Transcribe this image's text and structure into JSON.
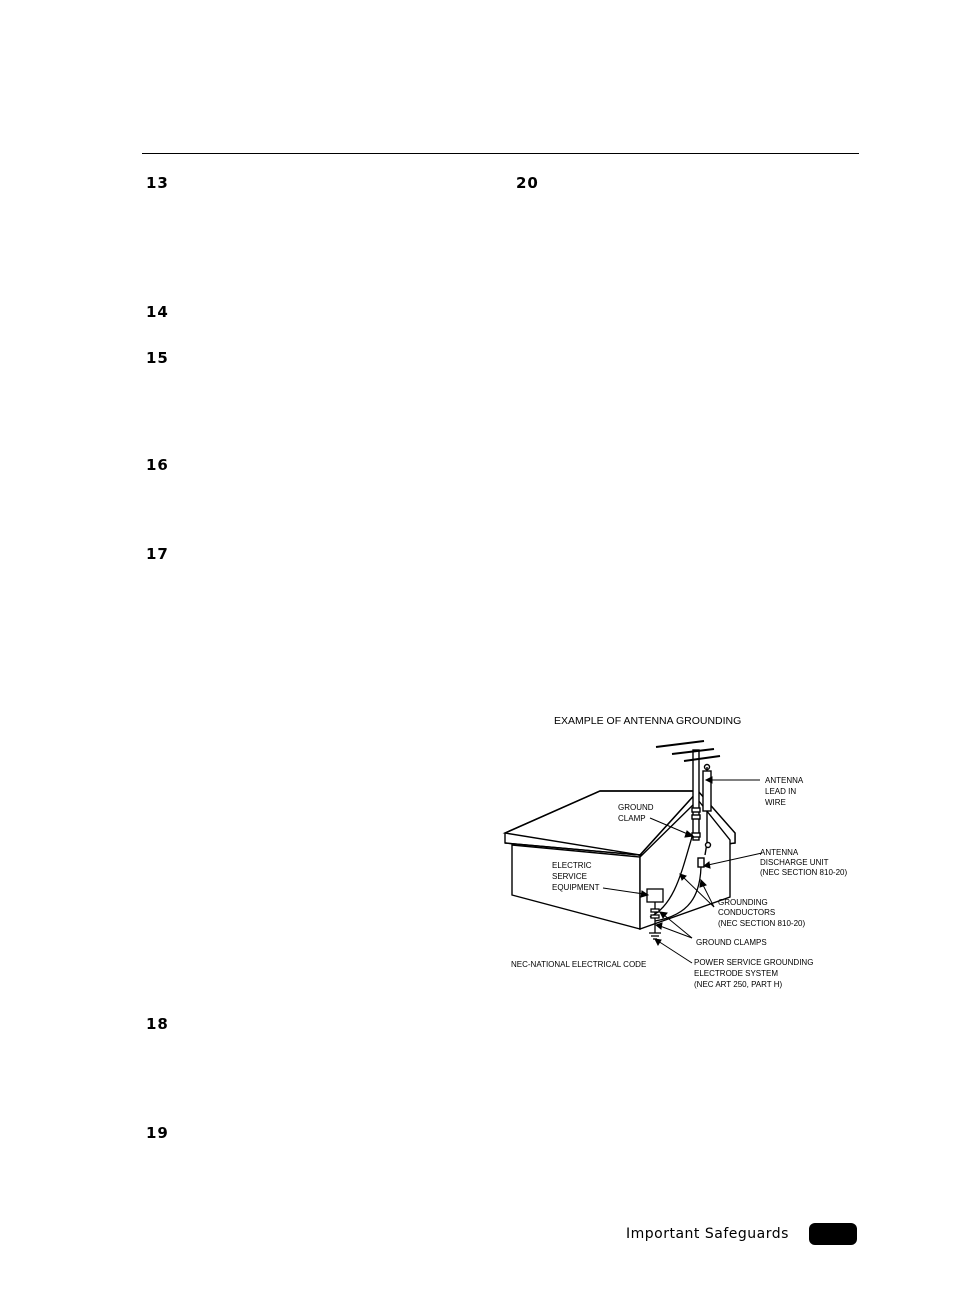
{
  "section_numbers": [
    "13",
    "14",
    "15",
    "16",
    "17",
    "18",
    "19",
    "20"
  ],
  "figure": {
    "title": "EXAMPLE OF ANTENNA GROUNDING",
    "labels": {
      "antenna_lead_in_wire": [
        "ANTENNA",
        "LEAD IN",
        "WIRE"
      ],
      "ground_clamp": [
        "GROUND",
        "CLAMP"
      ],
      "antenna_discharge_unit": [
        "ANTENNA",
        "DISCHARGE UNIT",
        "(NEC SECTION 810-20)"
      ],
      "electric_service_equipment": [
        "ELECTRIC",
        "SERVICE",
        "EQUIPMENT"
      ],
      "grounding_conductors": [
        "GROUNDING",
        "CONDUCTORS",
        "(NEC SECTION 810-20)"
      ],
      "ground_clamps": "GROUND CLAMPS",
      "nec_note": "NEC-NATIONAL ELECTRICAL CODE",
      "power_service_grounding": [
        "POWER SERVICE GROUNDING",
        "ELECTRODE SYSTEM",
        "(NEC ART 250, PART H)"
      ]
    }
  },
  "footer": {
    "title": "Important Safeguards"
  }
}
